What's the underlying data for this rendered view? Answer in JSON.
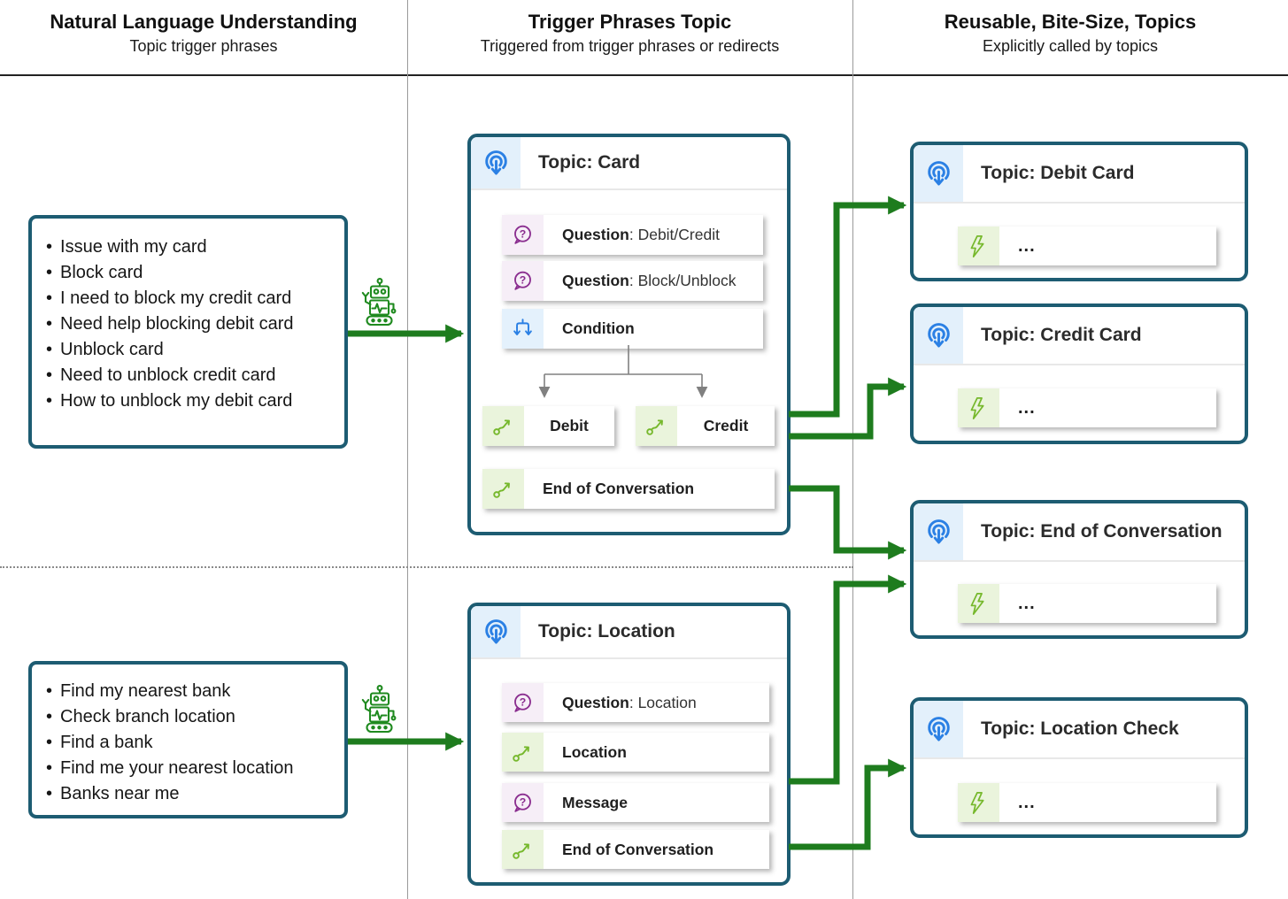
{
  "columns": [
    {
      "title": "Natural Language Understanding",
      "subtitle": "Topic trigger phrases"
    },
    {
      "title": "Trigger Phrases Topic",
      "subtitle": "Triggered from trigger phrases or redirects"
    },
    {
      "title": "Reusable, Bite-Size, Topics",
      "subtitle": "Explicitly called by topics"
    }
  ],
  "phrases": [
    {
      "items": [
        "Issue with my card",
        "Block card",
        "I need to block my credit card",
        "Need help blocking debit card",
        "Unblock card",
        "Need to unblock credit card",
        "How to unblock my debit card"
      ]
    },
    {
      "items": [
        "Find my nearest bank",
        "Check branch location",
        "Find a bank",
        "Find me your nearest location",
        "Banks near me"
      ]
    }
  ],
  "topics": {
    "card": {
      "title": "Topic: Card",
      "rows": [
        {
          "icon": "question-bubble",
          "bold": "Question",
          "rest": ": Debit/Credit"
        },
        {
          "icon": "question-bubble",
          "bold": "Question",
          "rest": ": Block/Unblock"
        },
        {
          "icon": "branch-condition",
          "bold": "Condition",
          "rest": ""
        },
        {
          "icon": "go-to-topic",
          "bold": "Debit",
          "rest": ""
        },
        {
          "icon": "go-to-topic",
          "bold": "Credit",
          "rest": ""
        },
        {
          "icon": "go-to-topic",
          "bold": "End of Conversation",
          "rest": ""
        }
      ]
    },
    "location": {
      "title": "Topic: Location",
      "rows": [
        {
          "icon": "question-bubble",
          "bold": "Question",
          "rest": ": Location"
        },
        {
          "icon": "go-to-topic",
          "bold": "Location",
          "rest": ""
        },
        {
          "icon": "question-bubble",
          "bold": "Message",
          "rest": ""
        },
        {
          "icon": "go-to-topic",
          "bold": "End of Conversation",
          "rest": ""
        }
      ]
    },
    "debit_card": {
      "title": "Topic: Debit Card",
      "row": {
        "icon": "action-lightning",
        "label": "..."
      }
    },
    "credit_card": {
      "title": "Topic: Credit Card",
      "row": {
        "icon": "action-lightning",
        "label": "..."
      }
    },
    "end_of_conversation": {
      "title": "Topic: End of Conversation",
      "row": {
        "icon": "action-lightning",
        "label": "..."
      }
    },
    "location_check": {
      "title": "Topic: Location Check",
      "row": {
        "icon": "action-lightning",
        "label": "..."
      }
    }
  },
  "icons": {
    "topic_header": "broadcast-trigger-icon",
    "question": "question-bubble-icon",
    "condition": "branch-condition-icon",
    "redirect": "go-to-topic-icon",
    "action": "lightning-action-icon",
    "nlu": "robot-icon"
  },
  "colors": {
    "card_border": "#1d5c72",
    "arrow_green": "#1e7c1e",
    "robot_green": "#1f8a1f",
    "icon_blue": "#2b80e4",
    "icon_purple": "#8a2d8f",
    "icon_green": "#76b82c",
    "branch_gray": "#808080",
    "cell_blue_bg": "#e3f0fb",
    "cell_purple_bg": "#f6eef7",
    "cell_green_bg": "#eaf4dc"
  }
}
